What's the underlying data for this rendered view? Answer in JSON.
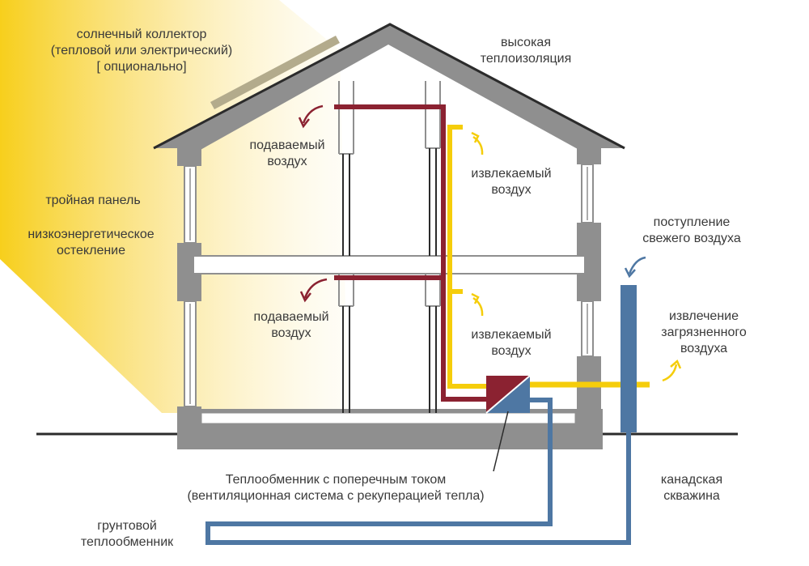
{
  "colors": {
    "wall": "#8f8f8f",
    "roof_edge": "#2b2b2b",
    "supply": "#8b2231",
    "extract": "#f5cd0b",
    "fresh": "#4e77a3",
    "sun": "#f7cf1c",
    "collector": "#b3ab8c",
    "text": "#3a3a3a"
  },
  "labels": {
    "collector": [
      "солнечный коллектор",
      "(тепловой или электрический)",
      "[ опционально]"
    ],
    "insulation": [
      "высокая",
      "теплоизоляция"
    ],
    "supply_upper": [
      "подаваемый",
      "воздух"
    ],
    "extract_upper": [
      "извлекаемый",
      "воздух"
    ],
    "triple_panel": "тройная панель",
    "glazing": [
      "низкоэнергетическое",
      "остекление"
    ],
    "fresh_air": [
      "поступление",
      "свежего воздуха"
    ],
    "supply_lower": [
      "подаваемый",
      "воздух"
    ],
    "extract_lower": [
      "извлекаемый",
      "воздух"
    ],
    "exhaust": [
      "извлечение",
      "загрязненного",
      "воздуха"
    ],
    "heat_exchanger": [
      "Теплообменник с поперечным током",
      "(вентиляционная система с рекуперацией тепла)"
    ],
    "canadian_well": [
      "канадская",
      "скважина"
    ],
    "ground_exchanger": [
      "грунтовой",
      "теплообменник"
    ]
  }
}
